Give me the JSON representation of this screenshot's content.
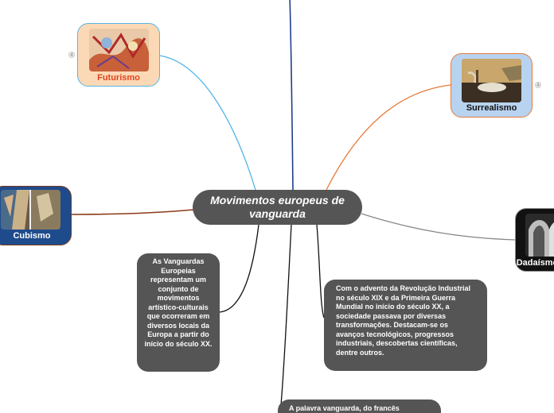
{
  "central": {
    "title": "Movimentos europeus de vanguarda"
  },
  "movements": {
    "futurismo": {
      "label": "Futurismo",
      "badge": "4"
    },
    "surrealismo": {
      "label": "Surrealismo",
      "badge": "4"
    },
    "cubismo": {
      "label": "Cubismo"
    },
    "dada": {
      "label": "Dadaísmo"
    }
  },
  "notes": {
    "definition": "As Vanguardas Europeias representam um conjunto de movimentos artístico-culturais que ocorreram em diversos locais da Europa a partir do início do século XX.",
    "context": "Com o advento da Revolução Industrial no século XIX e da Primeira Guerra Mundial no início do século XX, a sociedade passava por diversas transformações. Destacam-se os avanços tecnológicos, progressos industriais, descobertas científicas, dentre outros.",
    "etymology": "A palavra vanguarda, do francês"
  },
  "colors": {
    "central": "#555555",
    "futurismo_link": "#56b4e9",
    "surrealismo_link": "#e67a3c",
    "cubismo_link": "#8b3a1a",
    "dada_link": "#888888",
    "top_link": "#1f3f8c",
    "note_link": "#111111"
  }
}
